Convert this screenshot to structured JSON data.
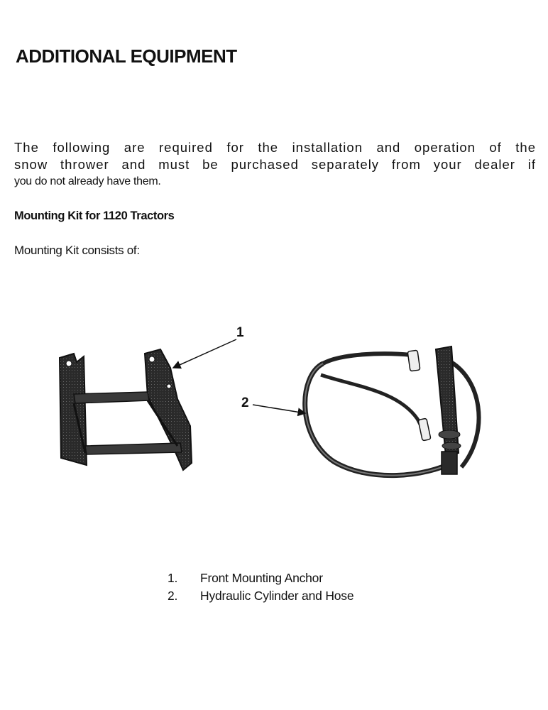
{
  "heading": "ADDITIONAL EQUIPMENT",
  "paragraph": {
    "line1": "The following are required for the installation and operation of the",
    "line2": "snow thrower and must be purchased separately from your dealer if",
    "line3": "you do not already have them."
  },
  "subheading": "Mounting Kit for 1120 Tractors",
  "intro": "Mounting Kit consists of:",
  "figure": {
    "callouts": [
      "1",
      "2"
    ]
  },
  "parts": [
    {
      "number": "1.",
      "name": "Front Mounting Anchor"
    },
    {
      "number": "2.",
      "name": "Hydraulic Cylinder and Hose"
    }
  ]
}
